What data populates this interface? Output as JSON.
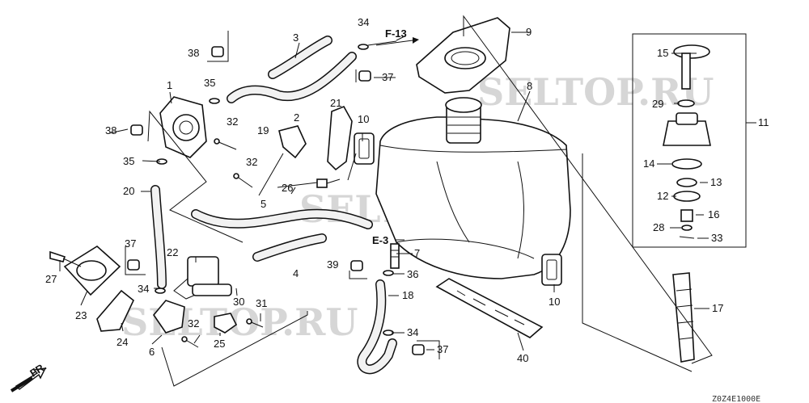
{
  "diagram": {
    "code": "Z0Z4E1000E",
    "watermarks": [
      "SELTOP.RU",
      "SELTOP.RU",
      "SELTOP.RU"
    ],
    "refs": {
      "f13": "F-13",
      "e3": "E-3",
      "fr": "FR."
    },
    "labels": {
      "n1": "1",
      "n2": "2",
      "n3": "3",
      "n4": "4",
      "n5": "5",
      "n6": "6",
      "n7": "7",
      "n8": "8",
      "n9": "9",
      "n10a": "10",
      "n10b": "10",
      "n11": "11",
      "n12": "12",
      "n13": "13",
      "n14": "14",
      "n15": "15",
      "n16": "16",
      "n17": "17",
      "n18": "18",
      "n19": "19",
      "n20": "20",
      "n21": "21",
      "n22": "22",
      "n23": "23",
      "n24": "24",
      "n25": "25",
      "n26": "26",
      "n27": "27",
      "n28": "28",
      "n29": "29",
      "n30": "30",
      "n31": "31",
      "n32a": "32",
      "n32b": "32",
      "n32c": "32",
      "n33": "33",
      "n34a": "34",
      "n34b": "34",
      "n34c": "34",
      "n35a": "35",
      "n35b": "35",
      "n36": "36",
      "n37a": "37",
      "n37b": "37",
      "n37c": "37",
      "n38a": "38",
      "n38b": "38",
      "n39": "39",
      "n40": "40"
    }
  }
}
